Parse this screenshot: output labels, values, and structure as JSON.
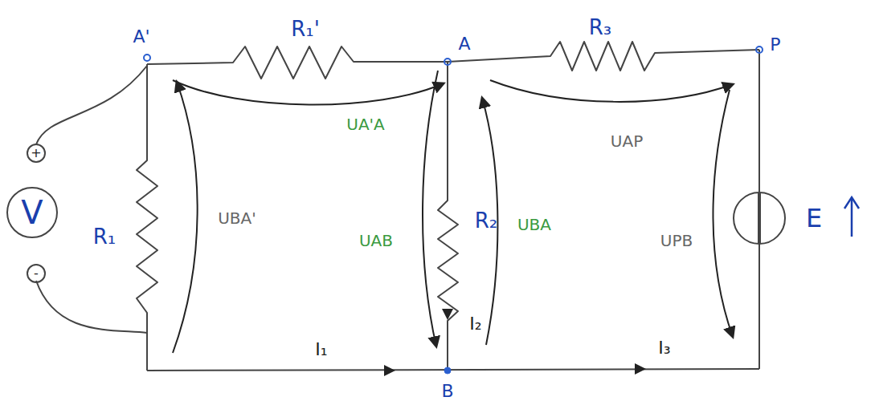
{
  "diagram": {
    "nodes": [
      {
        "text": [
          "V"
        ]
      }
    ],
    "labels": [
      "A'",
      "R₁'",
      "A",
      "R₃",
      "P",
      "UA'A",
      "UAP",
      "R₁",
      "UBA'",
      "UAB",
      "R₂",
      "UBA",
      "E",
      "UPB",
      "I₂",
      "I₁",
      "I₃",
      "B",
      "+",
      "-"
    ]
  }
}
